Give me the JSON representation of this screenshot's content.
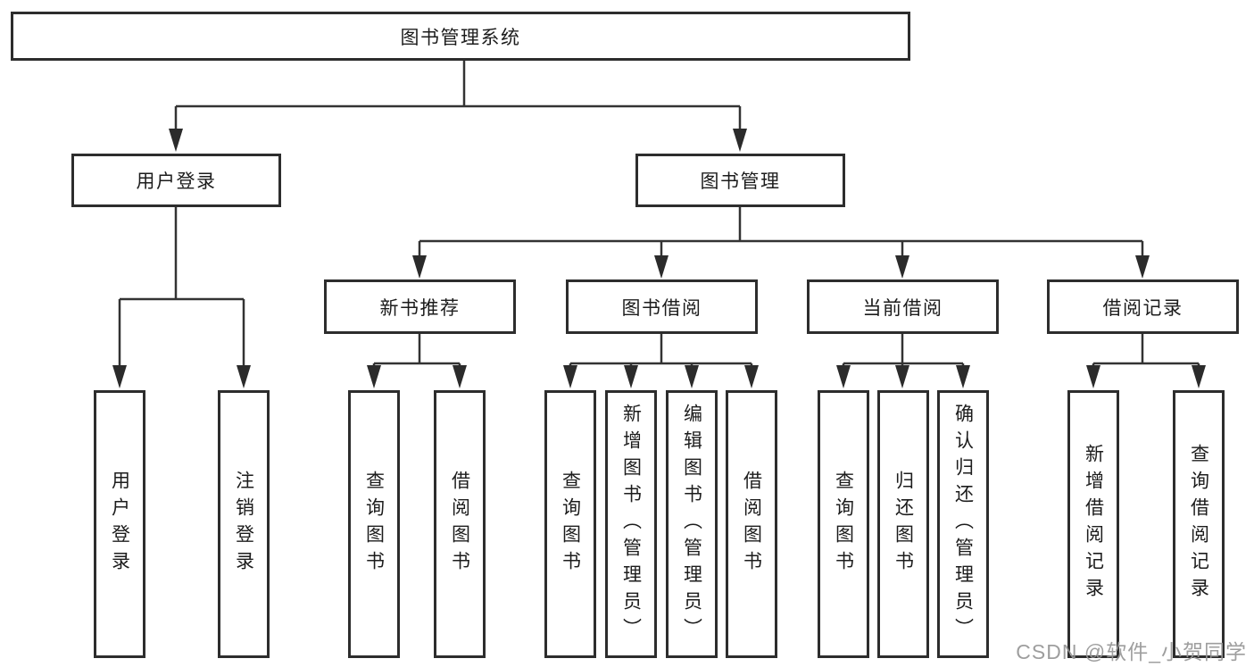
{
  "diagram": {
    "root": "图书管理系统",
    "level2": {
      "user_login": "用户登录",
      "book_mgmt": "图书管理"
    },
    "level3": {
      "new_books": "新书推荐",
      "borrow": "图书借阅",
      "current": "当前借阅",
      "history": "借阅记录"
    },
    "leaves": {
      "login": "用户登录",
      "logout": "注销登录",
      "nb_query": "查询图书",
      "nb_borrow": "借阅图书",
      "bw_query": "查询图书",
      "bw_add": "新增图书（管理员）",
      "bw_edit": "编辑图书（管理员）",
      "bw_borrow": "借阅图书",
      "cur_query": "查询图书",
      "cur_return": "归还图书",
      "cur_confirm": "确认归还（管理员）",
      "hist_add": "新增借阅记录",
      "hist_query": "查询借阅记录"
    }
  },
  "watermark": "CSDN @软件_小贺同学",
  "colors": {
    "line": "#333333",
    "box_border": "#2d2d2d",
    "text": "#1c1c1c",
    "watermark": "#969696",
    "background": "#ffffff"
  }
}
